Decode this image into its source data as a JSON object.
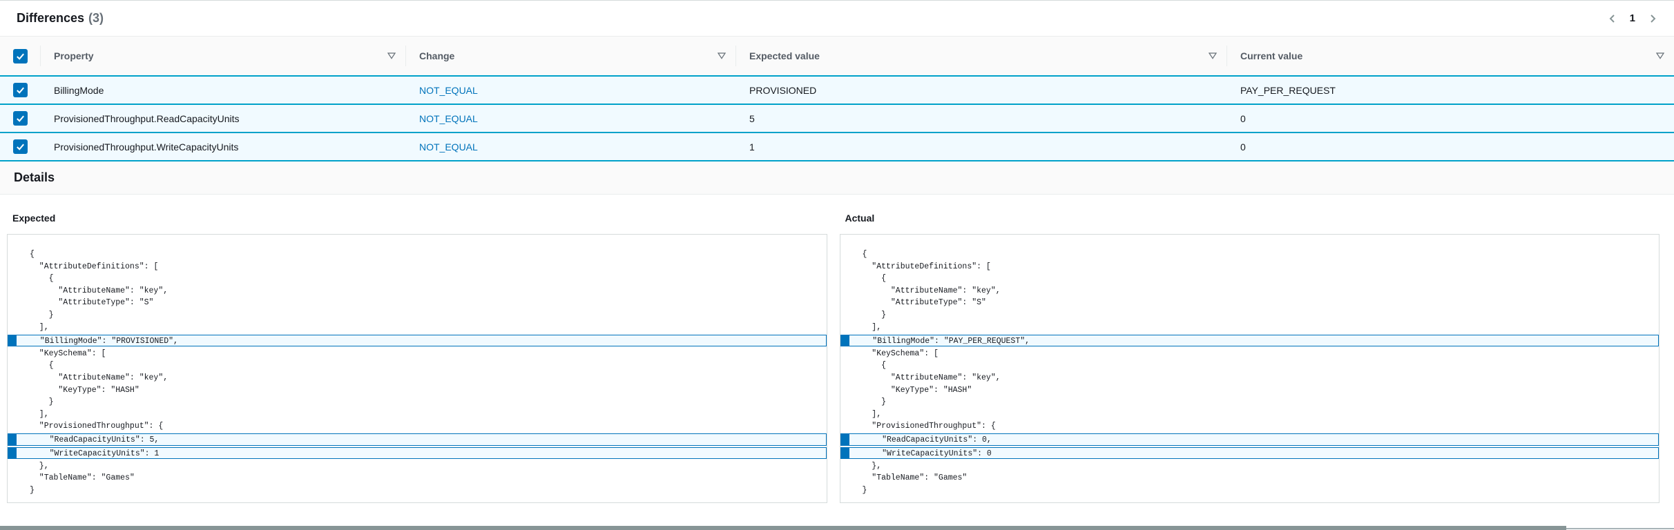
{
  "colors": {
    "accent_link": "#0073bb",
    "selected_row_border": "#00a1c9",
    "selected_row_bg": "#f1faff",
    "highlight_marker": "#0073bb"
  },
  "header": {
    "title": "Differences",
    "count": "(3)",
    "pagination": {
      "page": "1"
    }
  },
  "table": {
    "select_all_checked": true,
    "columns": [
      {
        "label": "Property"
      },
      {
        "label": "Change"
      },
      {
        "label": "Expected value"
      },
      {
        "label": "Current value"
      }
    ],
    "rows": [
      {
        "selected": true,
        "property": "BillingMode",
        "change": "NOT_EQUAL",
        "expected": "PROVISIONED",
        "current": "PAY_PER_REQUEST"
      },
      {
        "selected": true,
        "property": "ProvisionedThroughput.ReadCapacityUnits",
        "change": "NOT_EQUAL",
        "expected": "5",
        "current": "0"
      },
      {
        "selected": true,
        "property": "ProvisionedThroughput.WriteCapacityUnits",
        "change": "NOT_EQUAL",
        "expected": "1",
        "current": "0"
      }
    ]
  },
  "details": {
    "title": "Details",
    "panels": [
      {
        "label": "Expected",
        "lines": [
          {
            "text": "{",
            "hl": false
          },
          {
            "text": "  \"AttributeDefinitions\": [",
            "hl": false
          },
          {
            "text": "    {",
            "hl": false
          },
          {
            "text": "      \"AttributeName\": \"key\",",
            "hl": false
          },
          {
            "text": "      \"AttributeType\": \"S\"",
            "hl": false
          },
          {
            "text": "    }",
            "hl": false
          },
          {
            "text": "  ],",
            "hl": false
          },
          {
            "text": "  \"BillingMode\": \"PROVISIONED\",",
            "hl": true
          },
          {
            "text": "  \"KeySchema\": [",
            "hl": false
          },
          {
            "text": "    {",
            "hl": false
          },
          {
            "text": "      \"AttributeName\": \"key\",",
            "hl": false
          },
          {
            "text": "      \"KeyType\": \"HASH\"",
            "hl": false
          },
          {
            "text": "    }",
            "hl": false
          },
          {
            "text": "  ],",
            "hl": false
          },
          {
            "text": "  \"ProvisionedThroughput\": {",
            "hl": false
          },
          {
            "text": "    \"ReadCapacityUnits\": 5,",
            "hl": true
          },
          {
            "text": "    \"WriteCapacityUnits\": 1",
            "hl": true
          },
          {
            "text": "  },",
            "hl": false
          },
          {
            "text": "  \"TableName\": \"Games\"",
            "hl": false
          },
          {
            "text": "}",
            "hl": false
          }
        ]
      },
      {
        "label": "Actual",
        "lines": [
          {
            "text": "{",
            "hl": false
          },
          {
            "text": "  \"AttributeDefinitions\": [",
            "hl": false
          },
          {
            "text": "    {",
            "hl": false
          },
          {
            "text": "      \"AttributeName\": \"key\",",
            "hl": false
          },
          {
            "text": "      \"AttributeType\": \"S\"",
            "hl": false
          },
          {
            "text": "    }",
            "hl": false
          },
          {
            "text": "  ],",
            "hl": false
          },
          {
            "text": "  \"BillingMode\": \"PAY_PER_REQUEST\",",
            "hl": true
          },
          {
            "text": "  \"KeySchema\": [",
            "hl": false
          },
          {
            "text": "    {",
            "hl": false
          },
          {
            "text": "      \"AttributeName\": \"key\",",
            "hl": false
          },
          {
            "text": "      \"KeyType\": \"HASH\"",
            "hl": false
          },
          {
            "text": "    }",
            "hl": false
          },
          {
            "text": "  ],",
            "hl": false
          },
          {
            "text": "  \"ProvisionedThroughput\": {",
            "hl": false
          },
          {
            "text": "    \"ReadCapacityUnits\": 0,",
            "hl": true
          },
          {
            "text": "    \"WriteCapacityUnits\": 0",
            "hl": true
          },
          {
            "text": "  },",
            "hl": false
          },
          {
            "text": "  \"TableName\": \"Games\"",
            "hl": false
          },
          {
            "text": "}",
            "hl": false
          }
        ]
      }
    ]
  }
}
